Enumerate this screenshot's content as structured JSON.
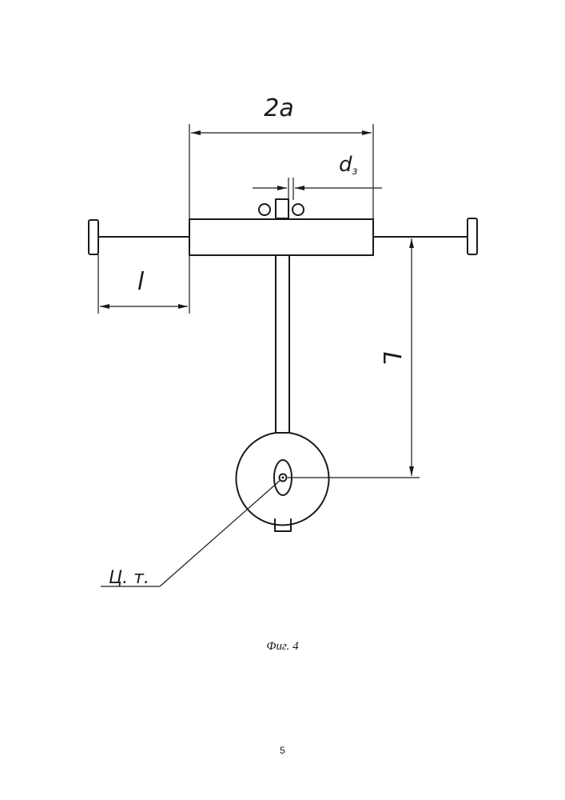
{
  "figure": {
    "labels": {
      "width_2a": "2a",
      "diameter_d3": "d",
      "diameter_d3_sub": "з",
      "arm_length": "l",
      "pendulum_length": "L",
      "center_of_gravity": "Ц. т."
    },
    "caption": "Фиг. 4"
  },
  "page": {
    "number": "5"
  }
}
